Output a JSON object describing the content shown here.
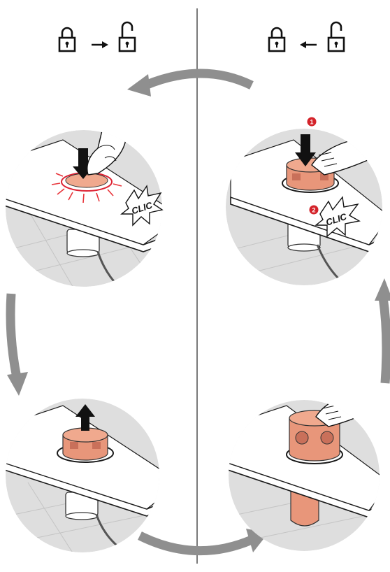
{
  "colors": {
    "background": "#ffffff",
    "circle_fill": "#dedede",
    "floor_tiles": "#cfcfcf",
    "table_edge": "#1a1a1a",
    "socket_body": "#e8967a",
    "socket_top": "#f0a98e",
    "socket_shadow": "#c9705a",
    "cycle_arrow": "#8f8f8f",
    "press_arrow": "#111111",
    "click_glow": "#e8343a",
    "marker_red": "#d4232a",
    "divider": "#222222"
  },
  "header": {
    "left": {
      "from_icon": "padlock-closed-icon",
      "arrow": "right-arrow",
      "to_icon": "padlock-open-icon"
    },
    "right": {
      "from_icon": "padlock-closed-icon",
      "arrow": "left-arrow",
      "to_icon": "padlock-open-icon"
    }
  },
  "steps": {
    "top_left": {
      "sound_label": "CLIC"
    },
    "top_right": {
      "sound_label": "CLIC",
      "markers": [
        "1",
        "2"
      ]
    }
  }
}
